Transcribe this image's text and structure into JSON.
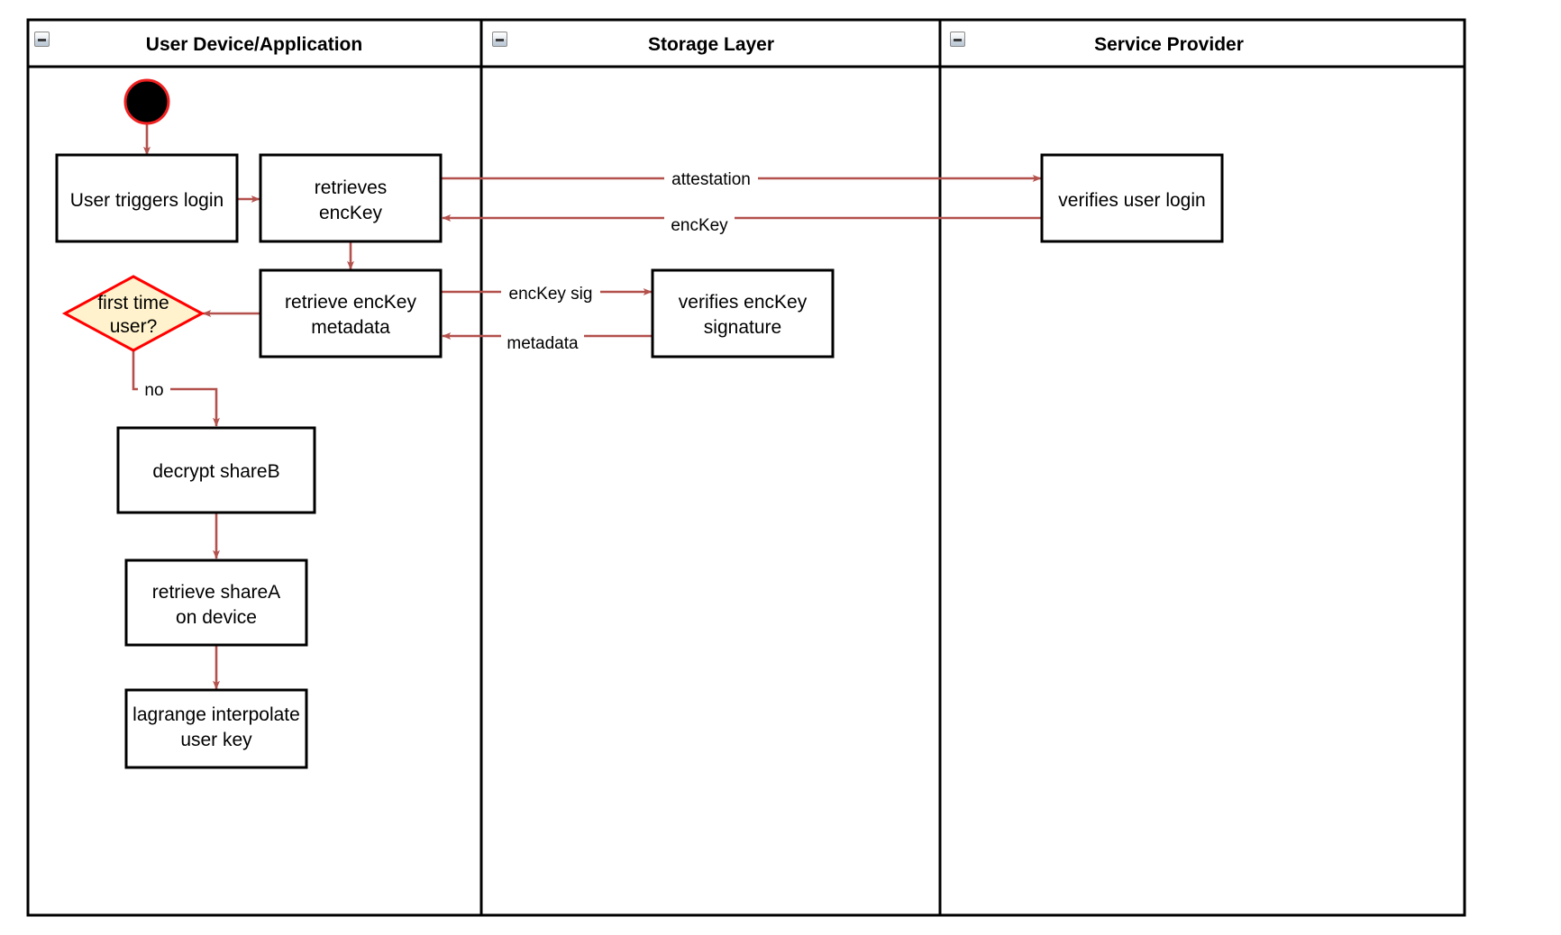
{
  "diagram": {
    "title": "User login key-retrieval swimlane activity diagram",
    "type": "swimlane-activity-diagram",
    "colors": {
      "edge": "#b3514c",
      "node_border": "#000000",
      "node_fill": "#ffffff",
      "decision_fill": "#fff2cc",
      "decision_border": "#ff0000",
      "start_node_fill": "#000000",
      "start_node_ring": "#ff2222",
      "lane_border": "#000000",
      "background": "#ffffff"
    }
  },
  "lanes": [
    {
      "id": "lane-user-device",
      "title": "User Device/Application",
      "collapse_icon": "collapse-minus-icon"
    },
    {
      "id": "lane-storage-layer",
      "title": "Storage Layer",
      "collapse_icon": "collapse-minus-icon"
    },
    {
      "id": "lane-service-provider",
      "title": "Service Provider",
      "collapse_icon": "collapse-minus-icon"
    }
  ],
  "nodes": [
    {
      "id": "start",
      "type": "start",
      "lane": "lane-user-device",
      "label": ""
    },
    {
      "id": "user-triggers-login",
      "type": "activity",
      "lane": "lane-user-device",
      "label_lines": [
        "User triggers login"
      ]
    },
    {
      "id": "retrieves-enckey",
      "type": "activity",
      "lane": "lane-user-device",
      "label_lines": [
        "retrieves",
        "encKey"
      ]
    },
    {
      "id": "retrieve-enckey-metadata",
      "type": "activity",
      "lane": "lane-user-device",
      "label_lines": [
        "retrieve encKey",
        "metadata"
      ]
    },
    {
      "id": "first-time-user",
      "type": "decision",
      "lane": "lane-user-device",
      "label_lines": [
        "first time",
        "user?"
      ]
    },
    {
      "id": "decrypt-shareb",
      "type": "activity",
      "lane": "lane-user-device",
      "label_lines": [
        "decrypt shareB"
      ]
    },
    {
      "id": "retrieve-sharea-on-device",
      "type": "activity",
      "lane": "lane-user-device",
      "label_lines": [
        "retrieve shareA",
        "on device"
      ]
    },
    {
      "id": "lagrange-interpolate-user-key",
      "type": "activity",
      "lane": "lane-user-device",
      "label_lines": [
        "lagrange interpolate",
        "user key"
      ]
    },
    {
      "id": "verifies-enckey-signature",
      "type": "activity",
      "lane": "lane-storage-layer",
      "label_lines": [
        "verifies encKey",
        "signature"
      ]
    },
    {
      "id": "verifies-user-login",
      "type": "activity",
      "lane": "lane-service-provider",
      "label_lines": [
        "verifies user login"
      ]
    }
  ],
  "edges": [
    {
      "id": "edge-start-to-login",
      "from": "start",
      "to": "user-triggers-login",
      "label": ""
    },
    {
      "id": "edge-login-to-retrieves",
      "from": "user-triggers-login",
      "to": "retrieves-enckey",
      "label": ""
    },
    {
      "id": "edge-attestation",
      "from": "retrieves-enckey",
      "to": "verifies-user-login",
      "label": "attestation"
    },
    {
      "id": "edge-enckey",
      "from": "verifies-user-login",
      "to": "retrieves-enckey",
      "label": "encKey"
    },
    {
      "id": "edge-retrieves-to-metadata",
      "from": "retrieves-enckey",
      "to": "retrieve-enckey-metadata",
      "label": ""
    },
    {
      "id": "edge-enckey-sig",
      "from": "retrieve-enckey-metadata",
      "to": "verifies-enckey-signature",
      "label": "encKey sig"
    },
    {
      "id": "edge-metadata",
      "from": "verifies-enckey-signature",
      "to": "retrieve-enckey-metadata",
      "label": "metadata"
    },
    {
      "id": "edge-metadata-to-decision",
      "from": "retrieve-enckey-metadata",
      "to": "first-time-user",
      "label": ""
    },
    {
      "id": "edge-decision-no",
      "from": "first-time-user",
      "to": "decrypt-shareb",
      "label": "no"
    },
    {
      "id": "edge-decrypt-to-retrieve",
      "from": "decrypt-shareb",
      "to": "retrieve-sharea-on-device",
      "label": ""
    },
    {
      "id": "edge-retrieve-to-lagrange",
      "from": "retrieve-sharea-on-device",
      "to": "lagrange-interpolate-user-key",
      "label": ""
    }
  ]
}
